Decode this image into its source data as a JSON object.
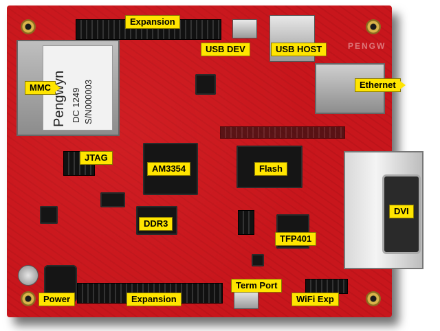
{
  "labels": {
    "expansion_top": "Expansion",
    "usb_dev": "USB DEV",
    "usb_host": "USB HOST",
    "mmc": "MMC",
    "ethernet": "Ethernet",
    "jtag": "JTAG",
    "am3354": "AM3354",
    "flash": "Flash",
    "ddr3": "DDR3",
    "dvi": "DVI",
    "tfp401": "TFP401",
    "power": "Power",
    "expansion_bottom": "Expansion",
    "term_port": "Term Port",
    "wifi_exp": "WiFi Exp"
  },
  "card": {
    "brand": "Pengwyn",
    "date_code": "DC 1249",
    "serial": "S/N000003"
  },
  "silkscreen": {
    "edge": "PENGW"
  },
  "colors": {
    "pcb": "#c8161c",
    "label_bg": "#ffe500",
    "label_text": "#000000"
  }
}
